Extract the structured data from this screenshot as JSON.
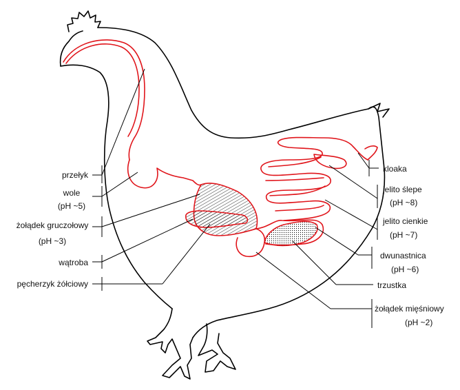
{
  "colors": {
    "tract": "#e0141a",
    "outline": "#000000",
    "text": "#111111"
  },
  "labels_left": {
    "esophagus": "przełyk",
    "crop": "wole",
    "crop_ph": "(pH ~5)",
    "proventriculus": "żołądek gruczołowy",
    "proventriculus_ph": "(pH ~3)",
    "liver": "wątroba",
    "gallbladder": "pęcherzyk żółciowy"
  },
  "labels_right": {
    "cloaca": "kloaka",
    "caecum": "jelito ślepe",
    "caecum_ph": "(pH ~8)",
    "small_intestine": "jelito cienkie",
    "small_intestine_ph": "(pH ~7)",
    "duodenum": "dwunastnica",
    "duodenum_ph": "(pH ~6)",
    "pancreas": "trzustka",
    "gizzard": "żołądek mięśniowy",
    "gizzard_ph": "(pH ~2)"
  }
}
